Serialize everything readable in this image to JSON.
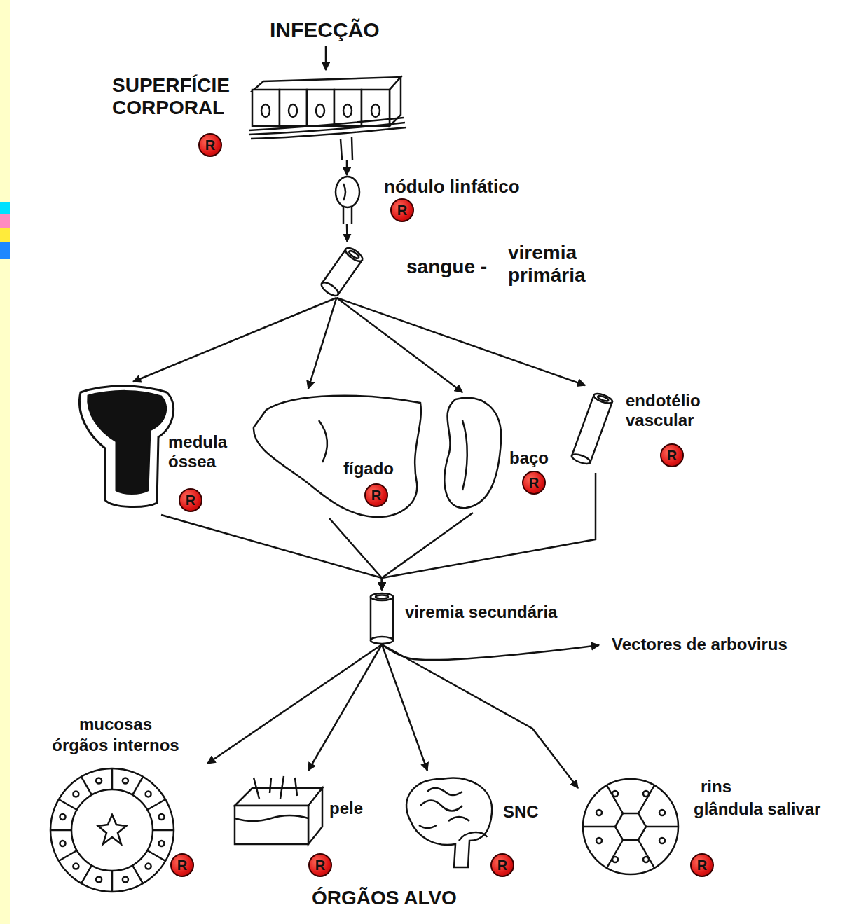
{
  "diagram": {
    "nodes": [
      {
        "text": [
          "INFECÇÃO"
        ]
      },
      {
        "text": [
          "SUPERFÍCIE CORPORAL"
        ]
      },
      {
        "text": [
          "R"
        ],
        "in": 1
      },
      {
        "text": [
          "nódulo linfático"
        ]
      },
      {
        "text": [
          "R"
        ],
        "in": 3
      },
      {
        "text": [
          "sangue -",
          "viremia primária"
        ]
      },
      {
        "text": [
          "medula óssea"
        ]
      },
      {
        "text": [
          "R"
        ],
        "in": 6
      },
      {
        "text": [
          "fígado"
        ]
      },
      {
        "text": [
          "R"
        ],
        "in": 8
      },
      {
        "text": [
          "baço"
        ]
      },
      {
        "text": [
          "R"
        ],
        "in": 10
      },
      {
        "text": [
          "endotélio vascular"
        ]
      },
      {
        "text": [
          "R"
        ],
        "in": 12
      },
      {
        "text": [
          "viremia secundária"
        ]
      },
      {
        "text": [
          "Vectores de arbovirus"
        ]
      },
      {
        "text": [
          "mucosas",
          "órgãos internos"
        ]
      },
      {
        "text": [
          "R"
        ],
        "in": 16
      },
      {
        "text": [
          "pele"
        ]
      },
      {
        "text": [
          "R"
        ],
        "in": 18
      },
      {
        "text": [
          "SNC"
        ]
      },
      {
        "text": [
          "R"
        ],
        "in": 20
      },
      {
        "text": [
          "rins",
          "glândula salivar"
        ]
      },
      {
        "text": [
          "R"
        ],
        "in": 22
      }
    ],
    "edges": [
      {
        "from": 0,
        "to": 1,
        "arrow": "to"
      },
      {
        "from": 1,
        "to": 3,
        "arrow": "to"
      },
      {
        "from": 3,
        "to": 5,
        "arrow": "to"
      },
      {
        "from": 5,
        "to": 6,
        "arrow": "to"
      },
      {
        "from": 5,
        "to": 8,
        "arrow": "to"
      },
      {
        "from": 5,
        "to": 10,
        "arrow": "to"
      },
      {
        "from": 5,
        "to": 12,
        "arrow": "to"
      },
      {
        "from": 6,
        "to": 14,
        "arrow": "to"
      },
      {
        "from": 8,
        "to": 14,
        "arrow": "to"
      },
      {
        "from": 10,
        "to": 14,
        "arrow": "to"
      },
      {
        "from": 12,
        "to": 14,
        "arrow": "to"
      },
      {
        "from": 14,
        "to": 15,
        "arrow": "to"
      },
      {
        "from": 14,
        "to": 16,
        "arrow": "to"
      },
      {
        "from": 14,
        "to": 18,
        "arrow": "to"
      },
      {
        "from": 14,
        "to": 20,
        "arrow": "to"
      },
      {
        "from": 14,
        "to": 22,
        "arrow": "to"
      }
    ],
    "labels": [
      "ÓRGÃOS ALVO"
    ]
  }
}
